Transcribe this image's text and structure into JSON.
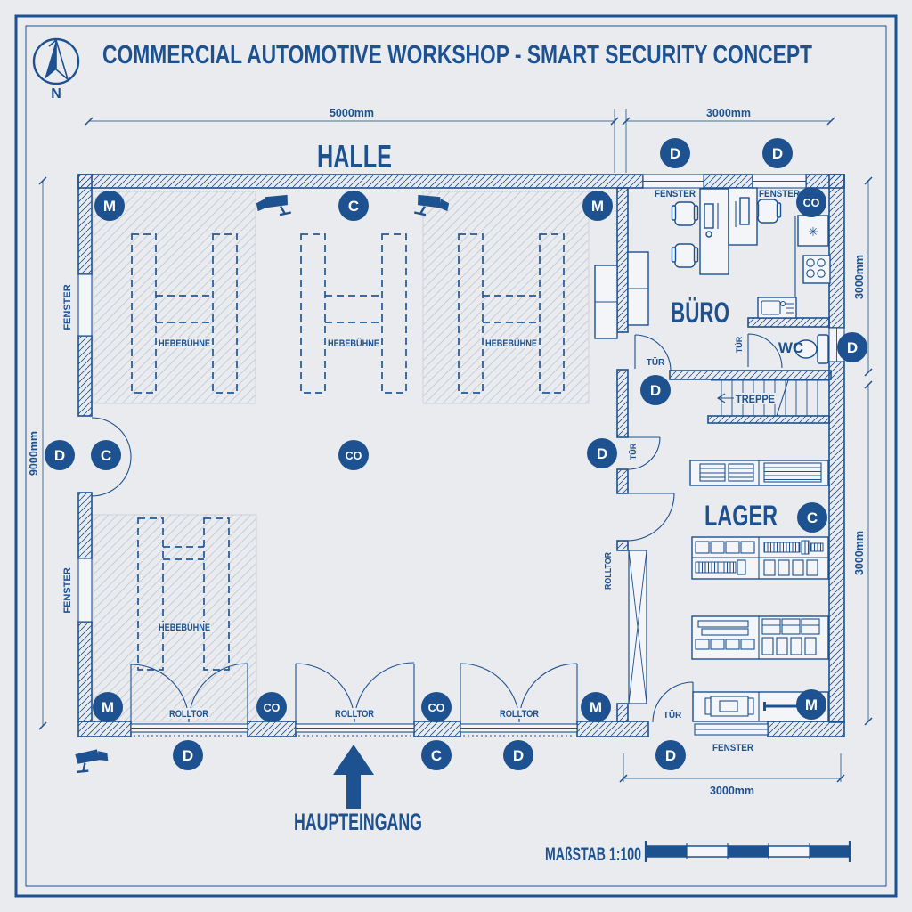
{
  "title": "COMMERCIAL AUTOMOTIVE WORKSHOP - SMART SECURITY CONCEPT",
  "compass": {
    "north": "N"
  },
  "rooms": {
    "halle": "HALLE",
    "buero": "BÜRO",
    "lager": "LAGER",
    "wc": "WC",
    "treppe": "TREPPE"
  },
  "labels": {
    "hebebuehne": "HEBEBÜHNE",
    "rolltor": "ROLLTOR",
    "fenster": "FENSTER",
    "tuer": "TÜR",
    "haupteingang": "HAUPTEINGANG"
  },
  "devices": {
    "motion": "M",
    "camera": "C",
    "door_contact": "D",
    "co_sensor": "CO"
  },
  "dimensions": {
    "hall_width": "5000mm",
    "annex_width": "3000mm",
    "left_depth": "9000mm",
    "right_upper": "3000mm",
    "right_lower": "3000mm",
    "bottom_right": "3000mm"
  },
  "scale_bar": {
    "label": "MAßSTAB 1:100"
  },
  "icons": {
    "appliance": "✳"
  },
  "colors": {
    "ink": "#1d5190",
    "paper": "#e9ebee"
  }
}
